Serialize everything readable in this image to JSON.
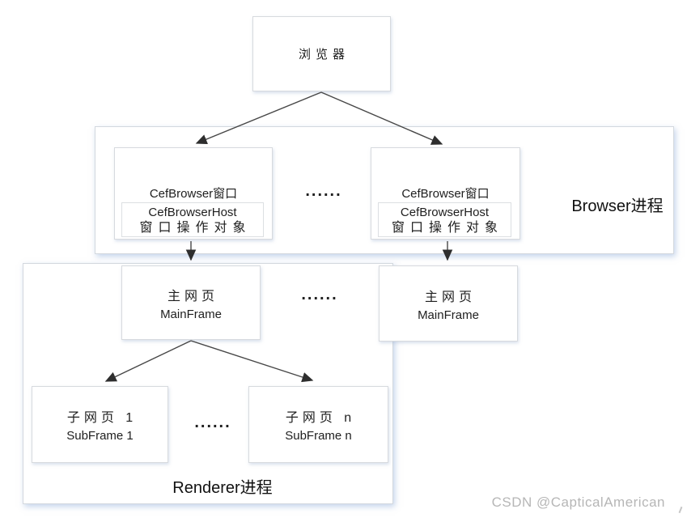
{
  "diagram": {
    "root_node": {
      "label": "浏览器"
    },
    "browser_process": {
      "label": "Browser进程",
      "ellipsis": "......",
      "windows": [
        {
          "title": "CefBrowser窗口",
          "host_title": "CefBrowserHost",
          "host_subtitle": "窗口操作对象"
        },
        {
          "title": "CefBrowser窗口",
          "host_title": "CefBrowserHost",
          "host_subtitle": "窗口操作对象"
        }
      ]
    },
    "renderer_process": {
      "label": "Renderer进程",
      "main_frames_ellipsis": "......",
      "sub_frames_ellipsis": "......",
      "main_frames": [
        {
          "title": "主网页",
          "subtitle": "MainFrame"
        },
        {
          "title": "主网页",
          "subtitle": "MainFrame"
        }
      ],
      "sub_frames": [
        {
          "title": "子网页 1",
          "subtitle": "SubFrame 1"
        },
        {
          "title": "子网页 n",
          "subtitle": "SubFrame n"
        }
      ]
    },
    "watermark": {
      "text": "CSDN @CapticalAmerican"
    }
  },
  "colors": {
    "node_border": "#d7dade",
    "container_border": "#d3d8de",
    "container_shadow": "#8caad7",
    "arrow": "#3d3d3d",
    "text": "#1e1e1e",
    "watermark": "#b6b6b6"
  }
}
